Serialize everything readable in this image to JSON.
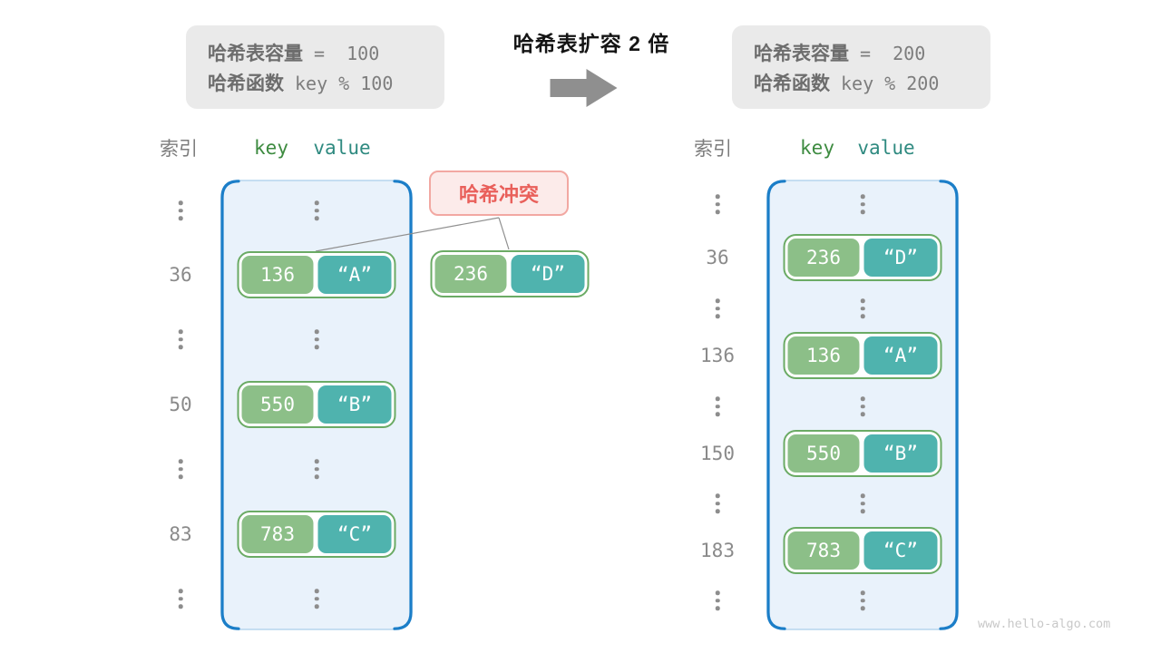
{
  "info_left": {
    "capacity_label": "哈希表容量",
    "capacity_value": "=  100",
    "function_label": "哈希函数",
    "function_value": "key % 100"
  },
  "transition": {
    "title": "哈希表扩容 2 倍"
  },
  "info_right": {
    "capacity_label": "哈希表容量",
    "capacity_value": "=  200",
    "function_label": "哈希函数",
    "function_value": "key % 200"
  },
  "headers": {
    "index": "索引",
    "key": "key",
    "value": "value"
  },
  "collision": {
    "label": "哈希冲突"
  },
  "left_table": {
    "rows": [
      {
        "type": "dots"
      },
      {
        "index": "36",
        "key": "136",
        "value": "“A”"
      },
      {
        "type": "dots"
      },
      {
        "index": "50",
        "key": "550",
        "value": "“B”"
      },
      {
        "type": "dots"
      },
      {
        "index": "83",
        "key": "783",
        "value": "“C”"
      },
      {
        "type": "dots"
      }
    ]
  },
  "standalone_pair": {
    "key": "236",
    "value": "“D”"
  },
  "right_table": {
    "rows": [
      {
        "type": "dots"
      },
      {
        "index": "36",
        "key": "236",
        "value": "“D”"
      },
      {
        "type": "dots"
      },
      {
        "index": "136",
        "key": "136",
        "value": "“A”"
      },
      {
        "type": "dots"
      },
      {
        "index": "150",
        "key": "550",
        "value": "“B”"
      },
      {
        "type": "dots"
      },
      {
        "index": "183",
        "key": "783",
        "value": "“C”"
      },
      {
        "type": "dots"
      }
    ]
  },
  "watermark": "www.hello-algo.com",
  "colors": {
    "table_border_blue": "#1b7ec8",
    "table_bg": "#e9f2fb",
    "table_edge_light": "#b6d5ee",
    "key_green": "#8cbf88",
    "value_teal": "#4fb3ae",
    "pair_border_green": "#6bab65",
    "collision_text": "#e9605b",
    "collision_bg": "#fcebea",
    "collision_border": "#f2a8a2",
    "header_key_green": "#3d8b40",
    "header_value_teal": "#2f8a80",
    "gray_text": "#8a8a8a",
    "arrow_gray": "#8f8f8f",
    "infobox_bg": "#eaeaea"
  }
}
